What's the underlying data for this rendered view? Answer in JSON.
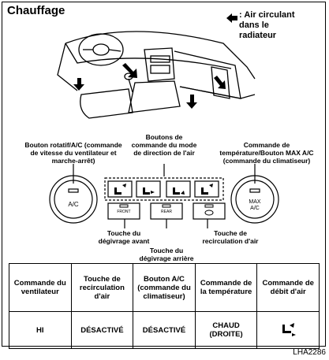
{
  "title": "Chauffage",
  "legend": {
    "line1": "Air circulant",
    "line2": "dans le",
    "line3": "radiateur"
  },
  "labels": {
    "rotary_l1": "Bouton rotatif/A/C (commande",
    "rotary_l2": "de vitesse du ventilateur et",
    "rotary_l3": "marche-arrêt)",
    "mode_l1": "Boutons de",
    "mode_l2": "commande du mode",
    "mode_l3": "de direction de l'air",
    "temp_l1": "Commande de",
    "temp_l2": "température/Bouton MAX A/C",
    "temp_l3": "(commande du climatiseur)",
    "front_l1": "Touche du",
    "front_l2": "dégivrage avant",
    "rear_l1": "Touche du",
    "rear_l2": "dégivrage arrière",
    "recirc_l1": "Touche de",
    "recirc_l2": "recirculation d'air"
  },
  "panel": {
    "ac": "A/C",
    "max1": "MAX",
    "max2": "A/C",
    "front": "FRONT",
    "rear": "REAR"
  },
  "table": {
    "h1": "Commande du ventilateur",
    "h2": "Touche de recirculation d'air",
    "h3": "Bouton A/C (commande du climatiseur)",
    "h4": "Commande de la température",
    "h5": "Commande de débit d'air",
    "v1": "HI",
    "v2": "DÉSACTIVÉ",
    "v3": "DÉSACTIVÉ",
    "v4": "CHAUD (DROITE)"
  },
  "code": "LHA2286"
}
